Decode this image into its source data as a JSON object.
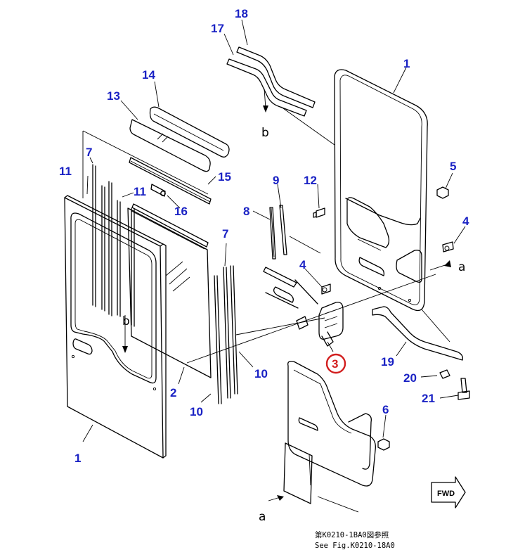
{
  "callouts": {
    "c1a": "1",
    "c1b": "1",
    "c2": "2",
    "c3": "3",
    "c4a": "4",
    "c4b": "4",
    "c5": "5",
    "c6": "6",
    "c7a": "7",
    "c7b": "7",
    "c8": "8",
    "c9": "9",
    "c10a": "10",
    "c10b": "10",
    "c11a": "11",
    "c11b": "11",
    "c12": "12",
    "c13": "13",
    "c14": "14",
    "c15": "15",
    "c16": "16",
    "c17": "17",
    "c18": "18",
    "c19": "19",
    "c20": "20",
    "c21": "21"
  },
  "highlighted_callout": "3",
  "refs": {
    "a1": "a",
    "a2": "a",
    "b1": "b",
    "b2": "b"
  },
  "note": {
    "line1": "第K0210-1BA0図参照",
    "line2": "See Fig.K0210-18A0"
  },
  "fwd_label": "FWD",
  "colors": {
    "callout": "#1a22c4",
    "highlight": "#d21e1e",
    "line": "#000000"
  }
}
